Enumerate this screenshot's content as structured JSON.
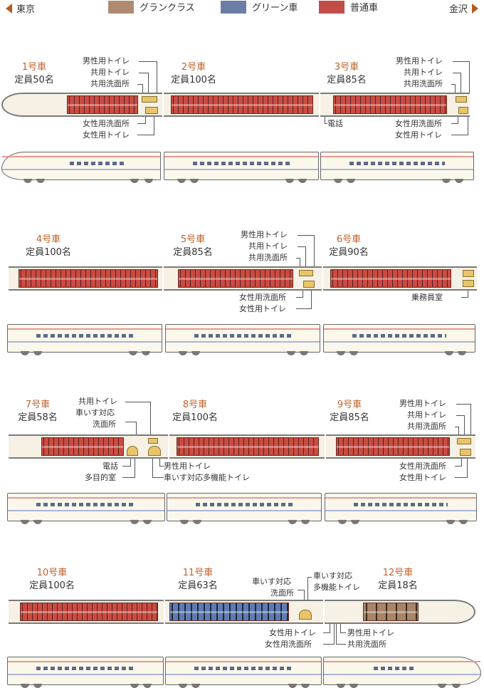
{
  "legend": {
    "left_dir": "東京",
    "right_dir": "金沢",
    "items": [
      {
        "label": "グランクラス",
        "color": "#b08a70"
      },
      {
        "label": "グリーン車",
        "color": "#6a7ea8"
      },
      {
        "label": "普通車",
        "color": "#c24d48"
      }
    ]
  },
  "cars": [
    {
      "num": "1号車",
      "capacity": "定員50名",
      "class": "普通車"
    },
    {
      "num": "2号車",
      "capacity": "定員100名",
      "class": "普通車"
    },
    {
      "num": "3号車",
      "capacity": "定員85名",
      "class": "普通車"
    },
    {
      "num": "4号車",
      "capacity": "定員100名",
      "class": "普通車"
    },
    {
      "num": "5号車",
      "capacity": "定員85名",
      "class": "普通車"
    },
    {
      "num": "6号車",
      "capacity": "定員90名",
      "class": "普通車"
    },
    {
      "num": "7号車",
      "capacity": "定員58名",
      "class": "普通車"
    },
    {
      "num": "8号車",
      "capacity": "定員100名",
      "class": "普通車"
    },
    {
      "num": "9号車",
      "capacity": "定員85名",
      "class": "普通車"
    },
    {
      "num": "10号車",
      "capacity": "定員100名",
      "class": "普通車"
    },
    {
      "num": "11号車",
      "capacity": "定員63名",
      "class": "グリーン車"
    },
    {
      "num": "12号車",
      "capacity": "定員18名",
      "class": "グランクラス"
    }
  ],
  "facilities": {
    "mens_toilet": "男性用トイレ",
    "shared_toilet": "共用トイレ",
    "shared_washroom": "共用洗面所",
    "womens_washroom": "女性用洗面所",
    "womens_toilet": "女性用トイレ",
    "phone": "電話",
    "crew_room": "乗務員室",
    "wheelchair_washroom_1": "車いす対応",
    "wheelchair_washroom_2": "洗面所",
    "multipurpose_room": "多目的室",
    "wheelchair_toilet": "車いす対応多機能トイレ",
    "wheelchair_toilet_1": "車いす対応",
    "wheelchair_toilet_2": "多機能トイレ"
  }
}
